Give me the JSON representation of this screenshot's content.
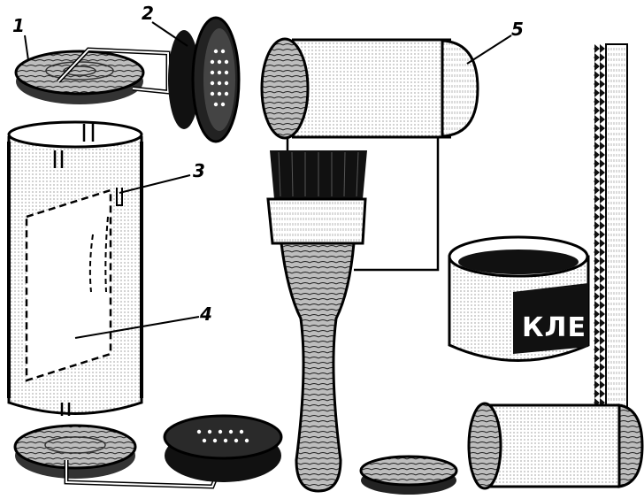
{
  "callouts": {
    "c1": "1",
    "c2": "2",
    "c3": "3",
    "c4": "4",
    "c5": "5"
  },
  "jar_label": "КЛЕ",
  "palette": {
    "ink": "#000000",
    "paper": "#ffffff",
    "wood": "#6b6b6b"
  }
}
